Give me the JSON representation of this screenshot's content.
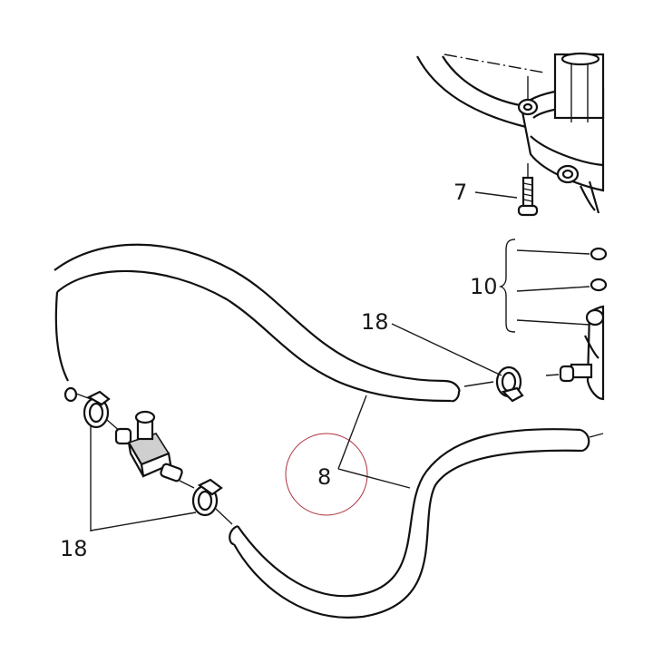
{
  "diagram": {
    "labels": {
      "part_7": "7",
      "part_10": "10",
      "part_18_top": "18",
      "part_18_left": "18",
      "part_8": "8"
    },
    "colors": {
      "line": "#111111",
      "highlight_circle": "#b03040",
      "background": "#ffffff"
    }
  }
}
